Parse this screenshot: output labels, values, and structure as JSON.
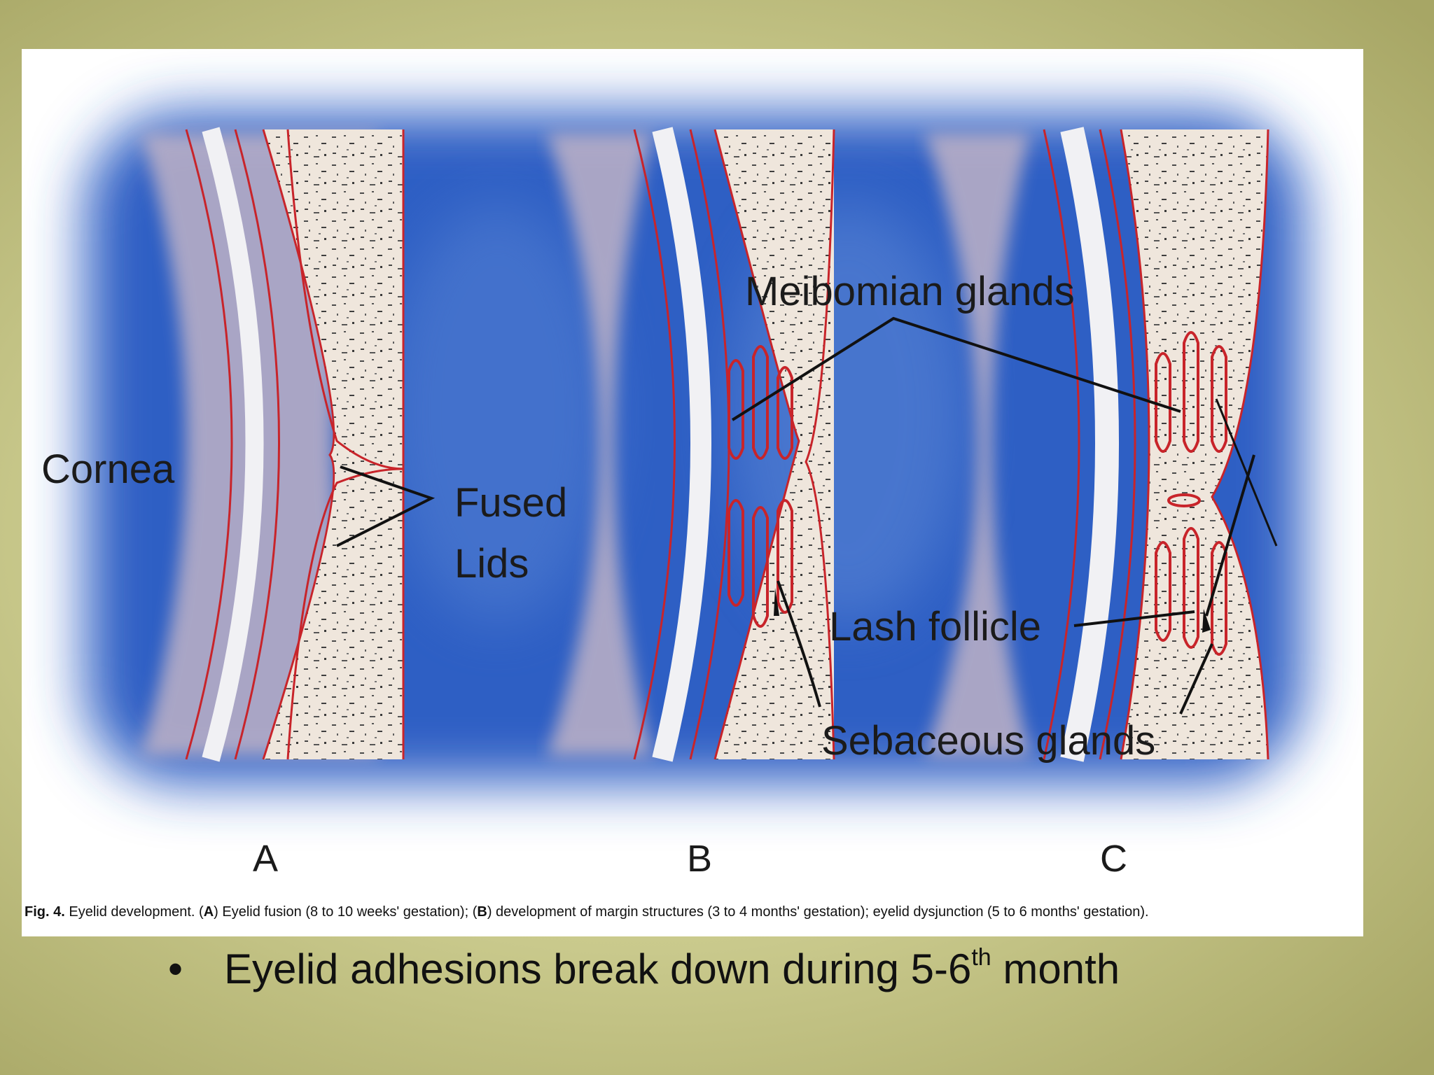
{
  "diagram": {
    "labels": {
      "cornea": "Cornea",
      "fused": "Fused",
      "lids": "Lids",
      "meibomian": "Meibomian glands",
      "lash": "Lash follicle",
      "sebaceous": "Sebaceous glands"
    },
    "panels": [
      "A",
      "B",
      "C"
    ]
  },
  "caption": {
    "fig": "Fig. 4.",
    "lead": " Eyelid development. (",
    "a": "A",
    "mid1": ") Eyelid fusion (8 to 10 weeks' gestation); (",
    "b": "B",
    "mid2": ") development of margin structures (3 to 4 months' gestation); eyelid dysjunction (5 to 6 months' gestation)."
  },
  "bullet": {
    "symbol": "•",
    "text": "Eyelid adhesions break down during 5-6",
    "sup": "th",
    "tail": " month"
  },
  "colors": {
    "tissue_red": "#c8242a",
    "background_blue": "#2f5fc4"
  }
}
